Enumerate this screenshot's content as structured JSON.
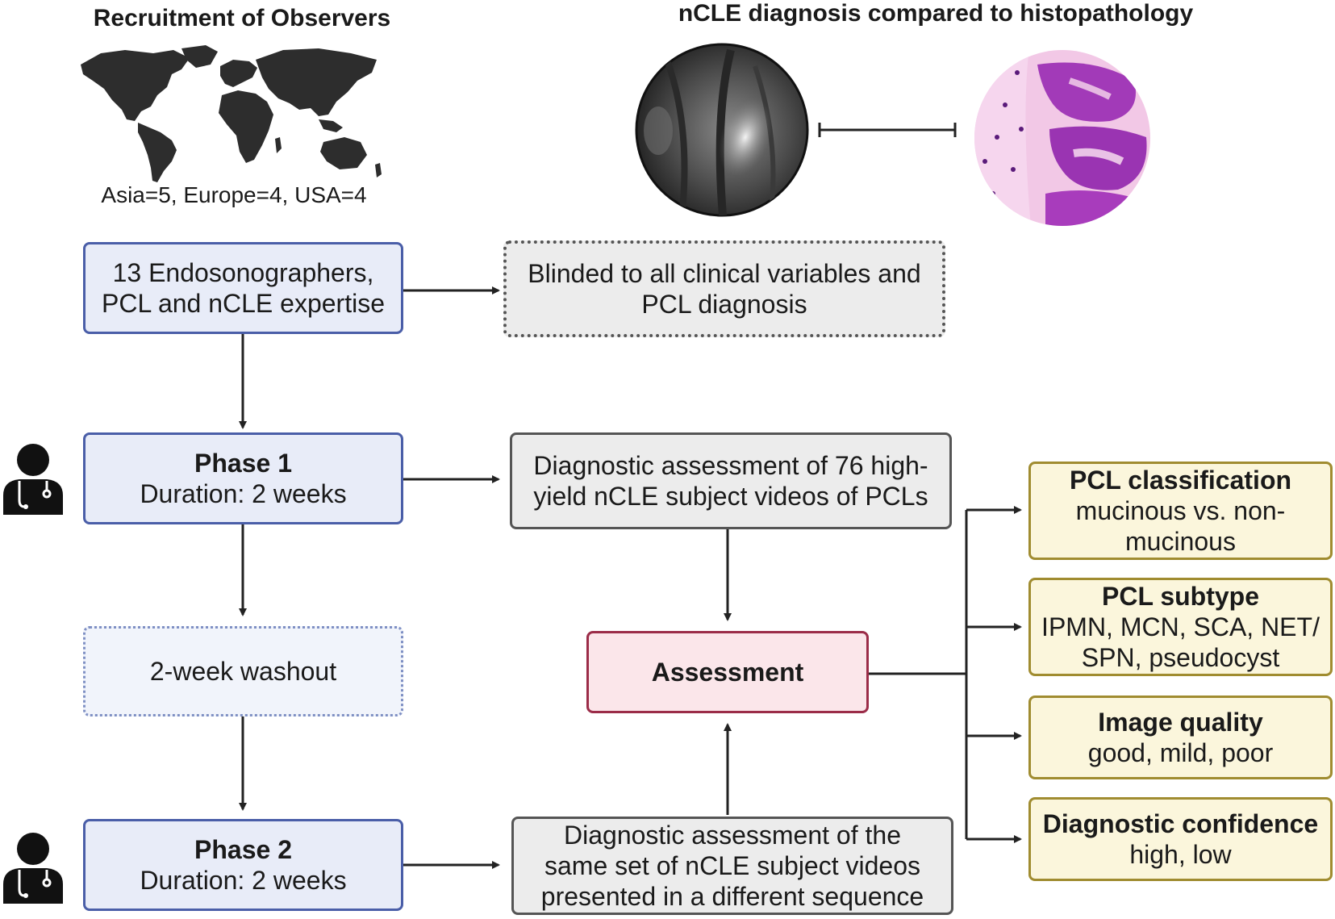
{
  "headers": {
    "recruitment": "Recruitment of Observers",
    "ncle_vs_histo": "nCLE diagnosis compared to histopathology"
  },
  "recruitment_counts": "Asia=5, Europe=4, USA=4",
  "boxes": {
    "endosonographers": {
      "line1": "13 Endosonographers,",
      "line2": "PCL and nCLE expertise"
    },
    "blinded": {
      "line1": "Blinded to all clinical variables and",
      "line2": "PCL diagnosis"
    },
    "phase1": {
      "title": "Phase 1",
      "subtitle": "Duration: 2 weeks"
    },
    "assessment1": {
      "line1": "Diagnostic assessment of  76 high-",
      "line2": "yield nCLE subject videos of PCLs"
    },
    "washout": {
      "label": "2-week washout"
    },
    "assessment": {
      "label": "Assessment"
    },
    "phase2": {
      "title": "Phase 2",
      "subtitle": "Duration: 2 weeks"
    },
    "assessment2": {
      "line1": "Diagnostic assessment of the",
      "line2": "same set of nCLE subject videos",
      "line3": "presented in a different sequence"
    }
  },
  "outcomes": [
    {
      "title": "PCL classification",
      "line1": "mucinous vs. non-",
      "line2": "mucinous"
    },
    {
      "title": "PCL subtype",
      "line1": "IPMN, MCN, SCA, NET/",
      "line2": "SPN, pseudocyst"
    },
    {
      "title": "Image quality",
      "line1": "good, mild, poor"
    },
    {
      "title": "Diagnostic confidence",
      "line1": "high, low"
    }
  ],
  "icons": {
    "world_map": "world-map-icon",
    "observer": "doctor-icon",
    "ncle_image": "ncle-micrograph",
    "histo_image": "histopathology-micrograph"
  },
  "colors": {
    "phase_border": "#4a5ea8",
    "phase_fill": "#e8ecf8",
    "assessment_border": "#9b2c48",
    "assessment_fill": "#fbe6ea",
    "outcome_border": "#a08c30",
    "outcome_fill": "#fbf6dc",
    "arrow": "#222222"
  }
}
